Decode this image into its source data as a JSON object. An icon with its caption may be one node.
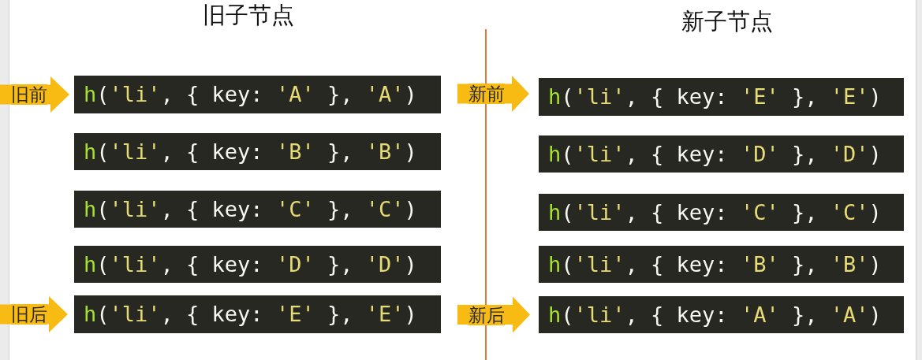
{
  "diagram": {
    "nodes": [
      {
        "text": [
          "h('li', { key: 'A' }, 'A')"
        ]
      },
      {
        "text": [
          "h('li', { key: 'B' }, 'B')"
        ]
      },
      {
        "text": [
          "h('li', { key: 'C' }, 'C')"
        ]
      },
      {
        "text": [
          "h('li', { key: 'D' }, 'D')"
        ]
      },
      {
        "text": [
          "h('li', { key: 'E' }, 'E')"
        ]
      },
      {
        "text": [
          "h('li', { key: 'E' }, 'E')"
        ]
      },
      {
        "text": [
          "h('li', { key: 'D' }, 'D')"
        ]
      },
      {
        "text": [
          "h('li', { key: 'C' }, 'C')"
        ]
      },
      {
        "text": [
          "h('li', { key: 'B' }, 'B')"
        ]
      },
      {
        "text": [
          "h('li', { key: 'A' }, 'A')"
        ]
      }
    ],
    "edges": [
      {
        "from": null,
        "to": 0,
        "arrow": "to",
        "label": "旧前"
      },
      {
        "from": null,
        "to": 4,
        "arrow": "to",
        "label": "旧后"
      },
      {
        "from": null,
        "to": 5,
        "arrow": "to",
        "label": "新前"
      },
      {
        "from": null,
        "to": 9,
        "arrow": "to",
        "label": "新后"
      }
    ],
    "labels": [
      "旧子节点",
      "新子节点"
    ]
  }
}
